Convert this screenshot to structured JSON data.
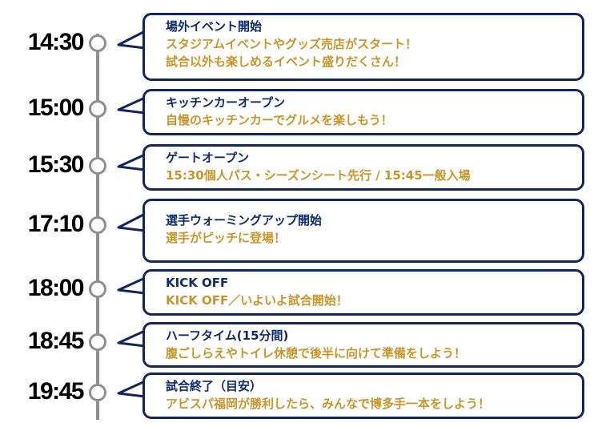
{
  "colors": {
    "card_border": "#11255e",
    "title": "#0f2b6e",
    "description": "#c8952a",
    "timeline": "#8f8f8f",
    "time_text": "#000000"
  },
  "events": [
    {
      "time": "14:30",
      "title": "場外イベント開始",
      "lines": [
        "スタジアムイベントやグッズ売店がスタート！",
        "試合以外も楽しめるイベント盛りだくさん！"
      ]
    },
    {
      "time": "15:00",
      "title": "キッチンカーオープン",
      "lines": [
        "自慢のキッチンカーでグルメを楽しもう！"
      ]
    },
    {
      "time": "15:30",
      "title": "ゲートオープン",
      "lines": [
        "15:30個人パス・シーズンシート先行 / 15:45一般入場"
      ]
    },
    {
      "time": "17:10",
      "title": "選手ウォーミングアップ開始",
      "lines": [
        "選手がピッチに登場！"
      ]
    },
    {
      "time": "18:00",
      "title": "KICK OFF",
      "lines": [
        "KICK OFF／いよいよ試合開始！"
      ]
    },
    {
      "time": "18:45",
      "title": "ハーフタイム(15分間)",
      "lines": [
        "腹ごしらえやトイレ休憩で後半に向けて準備をしよう！"
      ]
    },
    {
      "time": "19:45",
      "title": "試合終了（目安）",
      "lines": [
        "アビスパ福岡が勝利したら、みんなで博多手一本をしよう！"
      ]
    }
  ]
}
